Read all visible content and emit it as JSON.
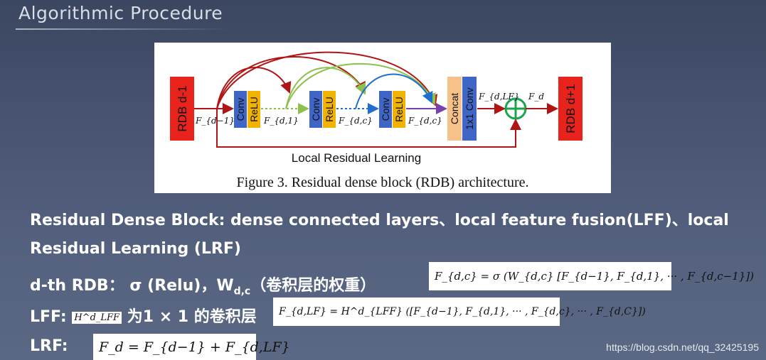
{
  "slide": {
    "title": "Algorithmic Procedure"
  },
  "figure": {
    "left_block": "RDB d-1",
    "right_block": "RDB d+1",
    "conv": "Conv",
    "relu": "ReLU",
    "concat": "Concat",
    "conv1x1": "1x1 Conv",
    "f_prev": "F_{d−1}",
    "f_1": "F_{d,1}",
    "f_c_a": "F_{d,c}",
    "f_c_b": "F_{d,c}",
    "f_lf": "F_{d,LF}",
    "f_d": "F_d",
    "residual_label": "Local Residual Learning",
    "caption": "Figure 3. Residual dense block (RDB) architecture.",
    "colors": {
      "rdb": "#e8231c",
      "conv": "#3f66c6",
      "relu": "#f2b200",
      "concat": "#f7c28a",
      "plus": "#19a64a",
      "red_arrow": "#b01515",
      "green_arrow": "#8cc14b",
      "blue_arrow": "#1f6fd0",
      "purple_arrow": "#7a3fb0"
    }
  },
  "text": {
    "line1": "Residual Dense Block: dense connected layers、local feature fusion(LFF)、local",
    "line2": "Residual Learning (LRF)",
    "line3_prefix": "d-th RDB： σ (Relu)，W",
    "line3_sub": "d,c",
    "line3_suffix": "（卷积层的权重）",
    "line4_prefix": "LFF:",
    "line4_symbol": "H^d_LFF",
    "line4_suffix": "为1 × 1 的卷积层",
    "line5_prefix": "LRF:"
  },
  "formulas": {
    "fdc": "F_{d,c} = σ (W_{d,c} [F_{d−1}, F_{d,1}, ··· , F_{d,c−1}])",
    "fdlf": "F_{d,LF} = H^d_{LFF} ([F_{d−1}, F_{d,1}, ··· , F_{d,c}, ··· , F_{d,C}])",
    "fd": "F_d = F_{d−1} + F_{d,LF}"
  },
  "watermark": "https://blog.csdn.net/qq_32425195"
}
